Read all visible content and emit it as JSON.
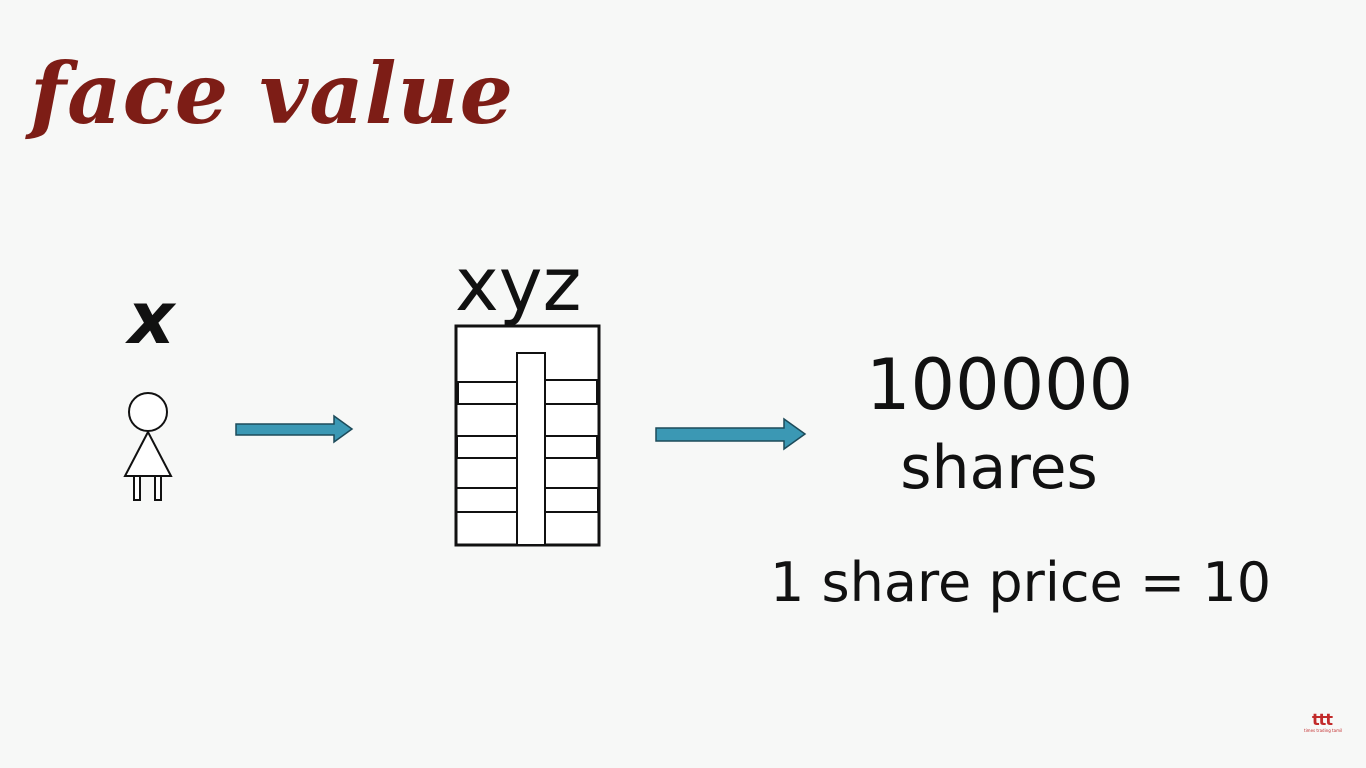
{
  "title": "face value",
  "person": {
    "label": "x",
    "icon": "person-icon"
  },
  "company": {
    "label": "xyz",
    "icon": "building-icon"
  },
  "shares": {
    "count": "100000",
    "word": "shares"
  },
  "price_line": "1 share price = 10",
  "watermark": {
    "logo": "ttt",
    "tagline": "times trading tamil"
  },
  "colors": {
    "title": "#7d1d16",
    "arrow_fill": "#3b98b4",
    "text": "#111111",
    "background": "#f7f8f7"
  }
}
